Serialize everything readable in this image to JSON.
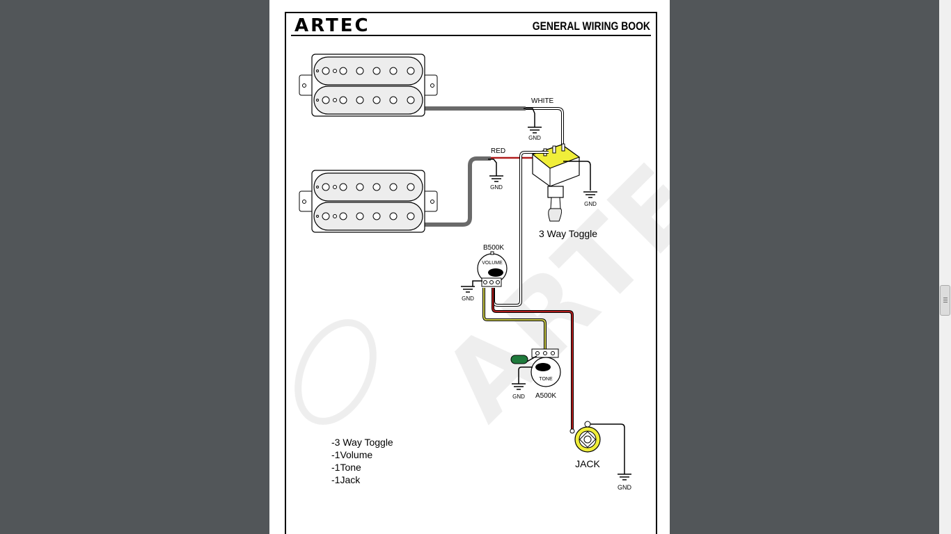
{
  "document": {
    "brand": "ARTEC",
    "book_title": "GENERAL WIRING BOOK",
    "watermark": "ARTEC"
  },
  "diagram": {
    "wire_labels": {
      "white": "WHITE",
      "red": "RED"
    },
    "ground_label": "GND",
    "toggle_label": "3 Way Toggle",
    "volume": {
      "value": "B500K",
      "name": "VOLUME"
    },
    "tone": {
      "value": "A500K",
      "name": "TONE"
    },
    "jack_label": "JACK",
    "parts_list": [
      "-3 Way Toggle",
      "-1Volume",
      "-1Tone",
      "-1Jack"
    ]
  },
  "colors": {
    "viewer_background": "#525659",
    "page": "#ffffff",
    "wire_white": "#ffffff",
    "wire_red": "#b01c1c",
    "wire_yellow": "#c8c848",
    "wire_green": "#1f7a3c",
    "toggle_top": "#f0ee3a",
    "jack_ring": "#f0ee3a",
    "pickup_cable": "#6a6a6a",
    "pickup_cover": "#ededed"
  },
  "scrollbar": {
    "grip_icon": "scroll-grip-icon"
  }
}
